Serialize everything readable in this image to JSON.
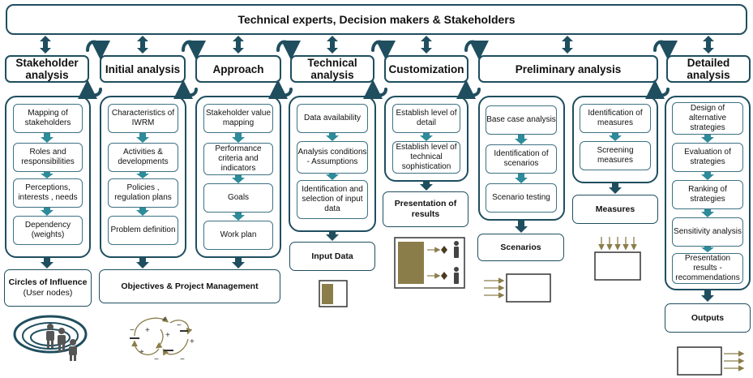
{
  "title": "Technical experts, Decision makers & Stakeholders",
  "colors": {
    "frame": "#1f4e5f",
    "arrow": "#1f4e5f",
    "step_arrow": "#2e8b9a",
    "olive": "#8b7d4a"
  },
  "phases": [
    "Stakeholder analysis",
    "Initial analysis",
    "Approach",
    "Technical analysis",
    "Customization",
    "Preliminary analysis",
    "Detailed analysis"
  ],
  "columns": {
    "stakeholder": [
      "Mapping of stakeholders",
      "Roles and responsibilities",
      "Perceptions, interests , needs",
      "Dependency (weights)"
    ],
    "initial": [
      "Characteristics of IWRM",
      "Activities & developments",
      "Policies , regulation plans",
      "Problem definition"
    ],
    "approach": [
      "Stakeholder value mapping",
      "Performance criteria and indicators",
      "Goals",
      "Work plan"
    ],
    "technical": [
      "Data availability",
      "Analysis conditions - Assumptions",
      "Identification and selection of input data"
    ],
    "customization": [
      "Establish level of detail",
      "Establish level of technical sophistication"
    ],
    "scenarios": [
      "Base case analysis",
      "Identification of scenarios",
      "Scenario testing"
    ],
    "measures": [
      "Identification of measures",
      "Screening measures"
    ],
    "detailed": [
      "Design of alternative strategies",
      "Evaluation of strategies",
      "Ranking of strategies",
      "Sensitivity analysis",
      "Presentation results - recommendations"
    ]
  },
  "outputs": {
    "circles_title": "Circles of Influence",
    "circles_sub": "(User nodes)",
    "objectives": "Objectives  & Project Management",
    "input_data": "Input Data",
    "presentation": "Presentation of results",
    "scenarios": "Scenarios",
    "measures": "Measures",
    "outputs": "Outputs"
  },
  "feedback_signs": [
    "+",
    "+",
    "+",
    "+",
    "+",
    "−",
    "−",
    "−",
    "−"
  ]
}
